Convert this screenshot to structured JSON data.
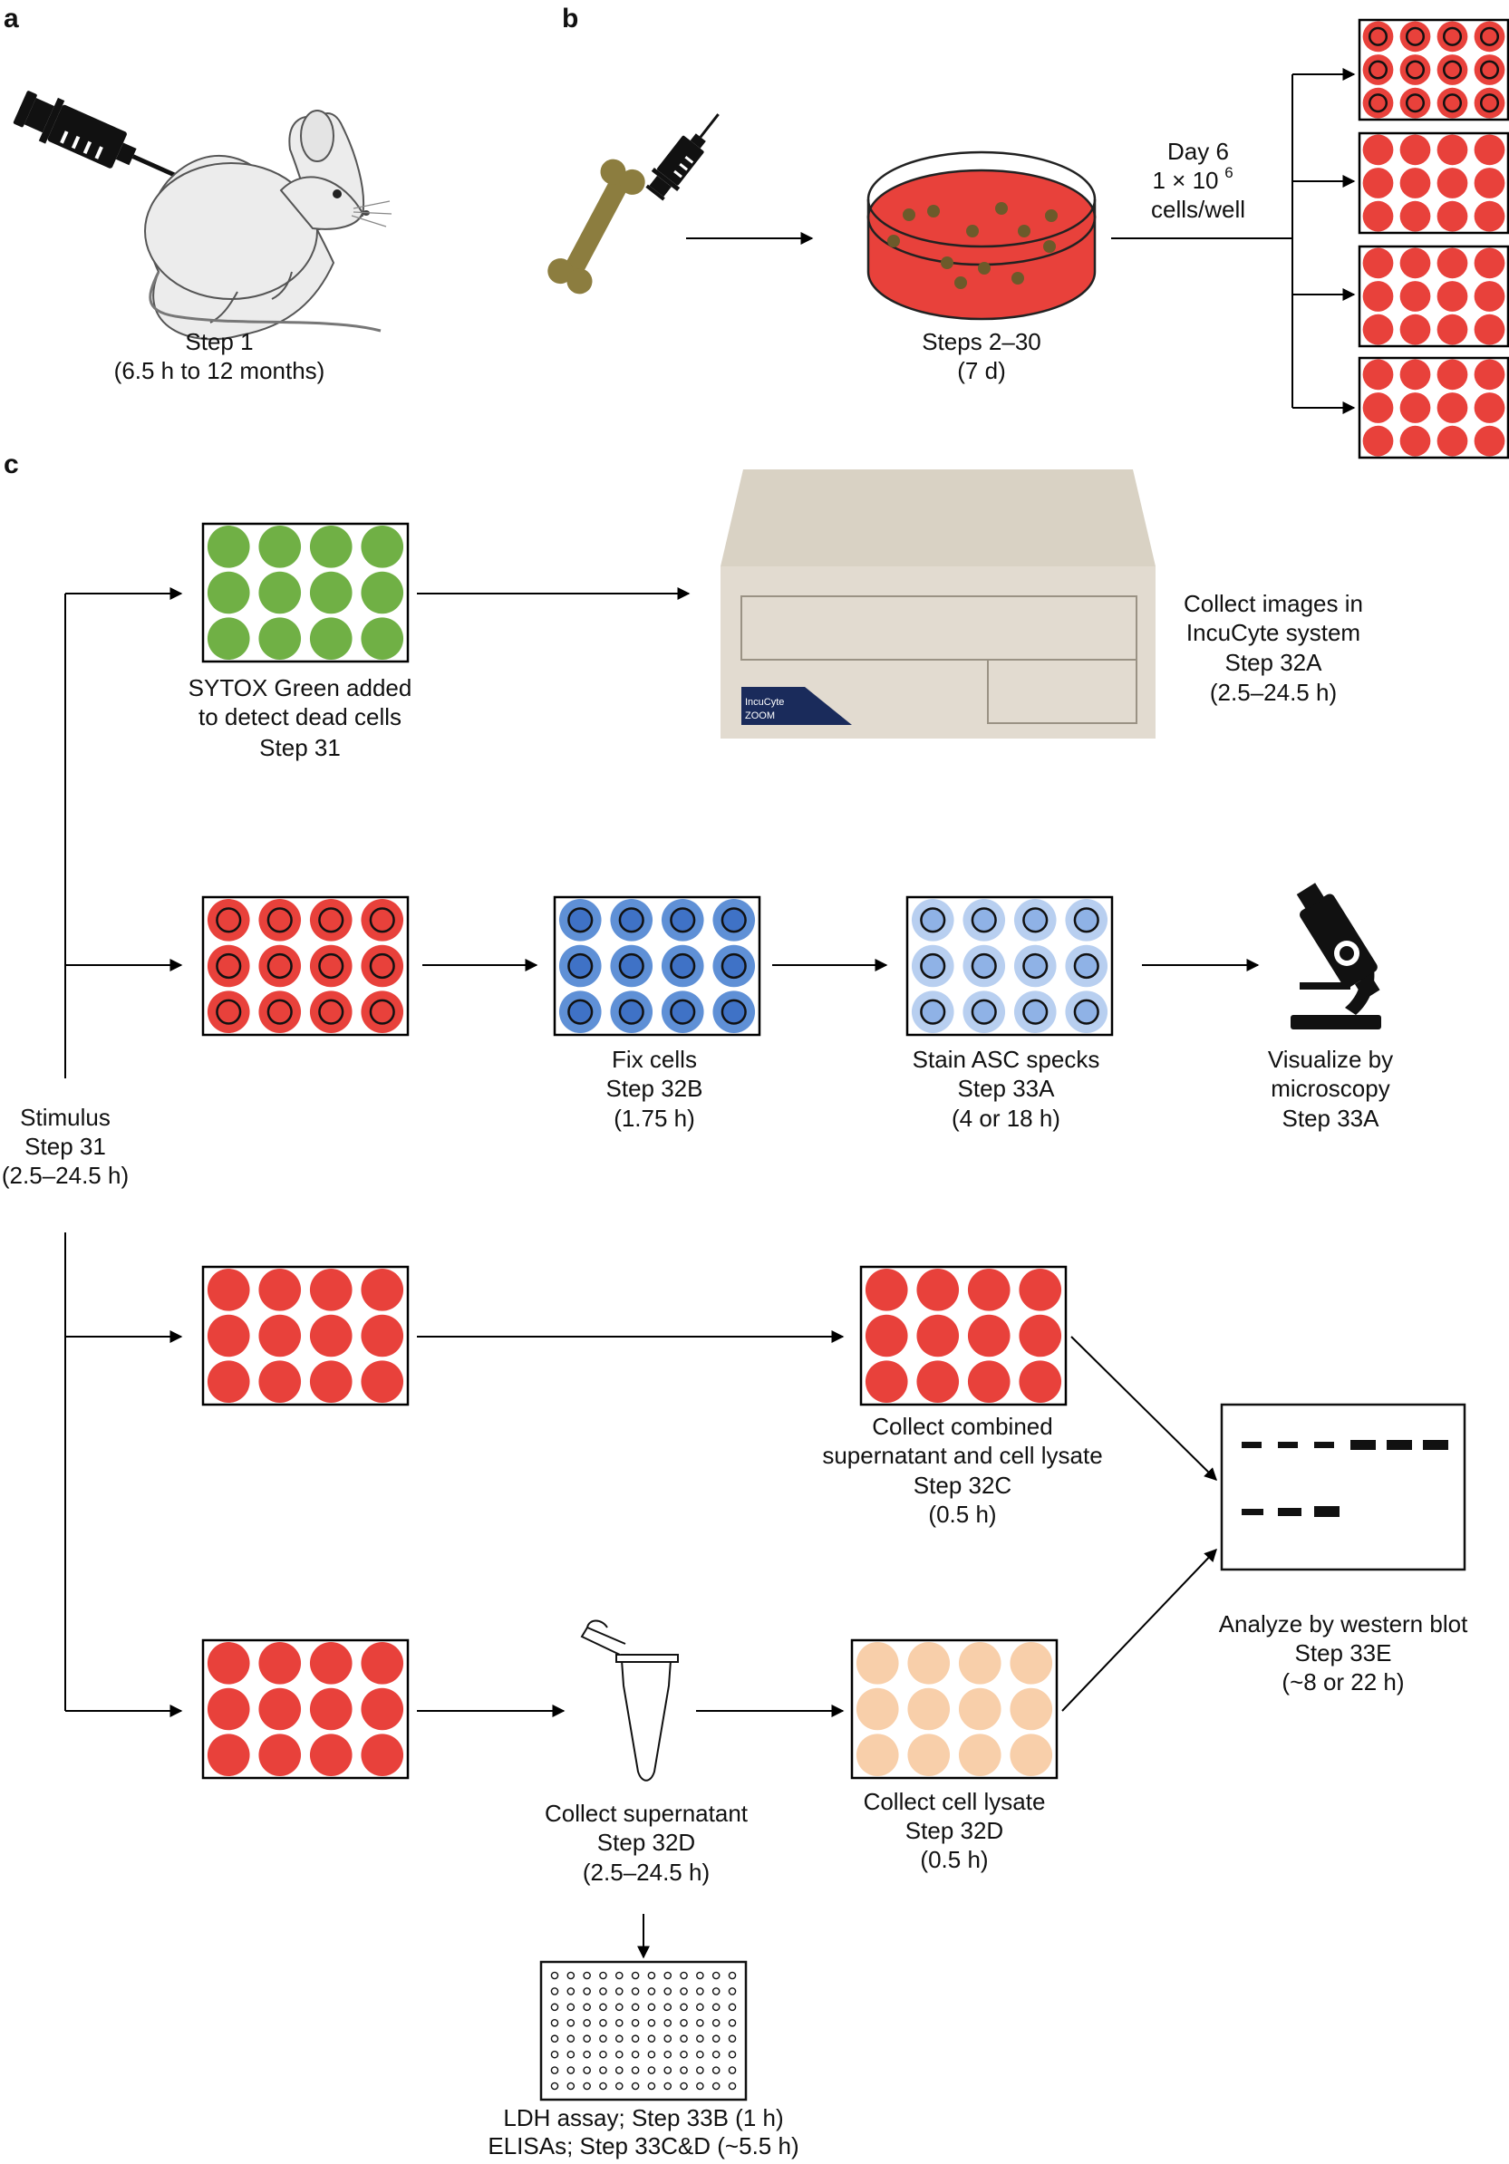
{
  "panels": {
    "a": "a",
    "b": "b",
    "c": "c"
  },
  "colors": {
    "red": "#e8413b",
    "green": "#70b045",
    "blue_ring": "#5f90d6",
    "blue_core": "#3f72c6",
    "lightblue_ring": "#b8cff0",
    "lightblue_core": "#8fb2e6",
    "peach": "#f8cfaa",
    "bone": "#8c7d3f",
    "instrument": "#e2dbd0",
    "logo": "#1a2b5b"
  },
  "panel_a": {
    "step": "Step 1",
    "time": "(6.5 h to 12 months)"
  },
  "panel_b": {
    "day": "Day 6",
    "cells_prefix": "1 × 10",
    "cells_exp": "6",
    "cells_suffix": "cells/well",
    "steps": "Steps 2–30",
    "time": "(7 d)"
  },
  "panel_c": {
    "stimulus": {
      "line1": "Stimulus",
      "line2": "Step 31",
      "line3": "(2.5–24.5 h)"
    },
    "sytox": {
      "line1": "SYTOX Green added",
      "line2": "to detect dead cells",
      "line3": "Step 31"
    },
    "incucyte": {
      "line1": "Collect images in",
      "line2": "IncuCyte system",
      "line3": "Step 32A",
      "line4": "(2.5–24.5 h)",
      "logo1": "IncuCyte",
      "logo2": "ZOOM"
    },
    "fix": {
      "line1": "Fix cells",
      "line2": "Step 32B",
      "line3": "(1.75 h)"
    },
    "stain": {
      "line1": "Stain ASC specks",
      "line2": "Step 33A",
      "line3": "(4 or 18 h)"
    },
    "visualize": {
      "line1": "Visualize by",
      "line2": "microscopy",
      "line3": "Step 33A"
    },
    "combined": {
      "line1": "Collect combined",
      "line2": "supernatant and cell lysate",
      "line3": "Step 32C",
      "line4": "(0.5 h)"
    },
    "western": {
      "line1": "Analyze by western blot",
      "line2": "Step 33E",
      "line3": "(~8 or 22 h)"
    },
    "supernatant": {
      "line1": "Collect supernatant",
      "line2": "Step 32D",
      "line3": "(2.5–24.5 h)"
    },
    "lysate": {
      "line1": "Collect cell lysate",
      "line2": "Step 32D",
      "line3": "(0.5 h)"
    },
    "assay": {
      "line1": "LDH assay; Step 33B (1 h)",
      "line2": "ELISAs; Step 33C&D (~5.5 h)"
    }
  }
}
